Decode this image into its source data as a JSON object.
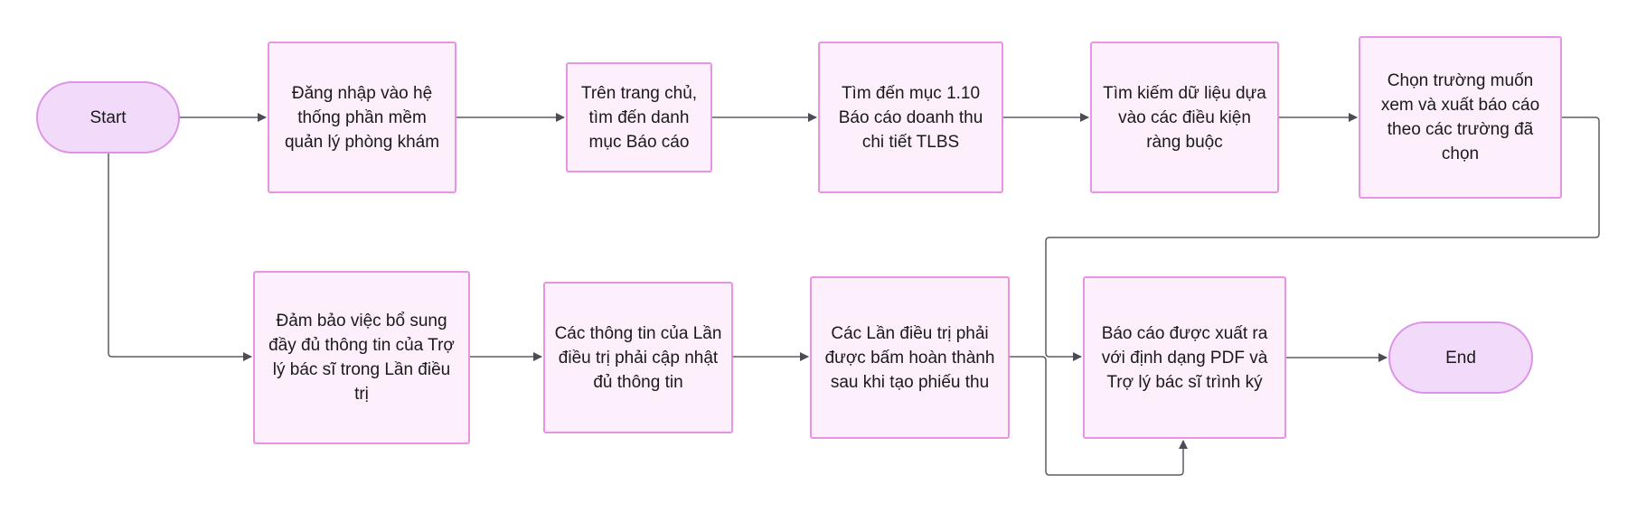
{
  "colors": {
    "process_fill": "#fdeffb",
    "process_border": "#e595e2",
    "terminal_fill": "#f2dafb",
    "terminal_border": "#dc93e6",
    "edge": "#4a4d55"
  },
  "nodes": {
    "start": "Start",
    "login": "Đăng nhập vào hệ thống phần mềm quản lý phòng khám",
    "home_report": "Trên trang chủ, tìm đến danh mục Báo cáo",
    "find_report": "Tìm đến mục 1.10 Báo cáo doanh thu chi tiết TLBS",
    "search_data": "Tìm kiếm dữ liệu dựa vào các điều kiện ràng buộc",
    "choose_fields": "Chọn trường muốn xem và xuất báo cáo theo các trường đã chọn",
    "ensure_info": "Đảm bảo việc bổ sung đầy đủ thông tin của Trợ lý bác sĩ trong Lần điều trị",
    "update_info": "Các thông tin của Lần điều trị phải cập nhật đủ thông tin",
    "complete": "Các Lần điều trị phải được bấm hoàn thành sau khi tạo phiếu thu",
    "export": "Báo cáo được xuất ra với định dạng PDF và Trợ lý bác sĩ trình ký",
    "end": "End"
  }
}
